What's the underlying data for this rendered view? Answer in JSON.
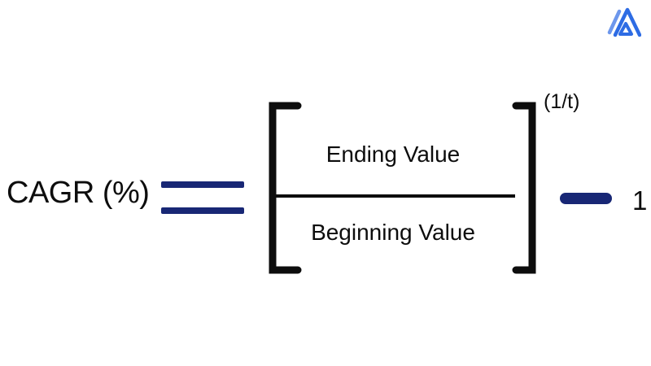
{
  "colors": {
    "navy": "#182775",
    "ink": "#0d0d0d",
    "logo-blue": "#2e6ce4",
    "logo-light": "#6d97ec",
    "bg": "#ffffff"
  },
  "branding": {
    "logo_icon": "mountain-logo"
  },
  "formula": {
    "lhs_label": "CAGR (%)",
    "numerator": "Ending Value",
    "denominator": "Beginning Value",
    "exponent": "(1/t)",
    "constant": "1"
  }
}
